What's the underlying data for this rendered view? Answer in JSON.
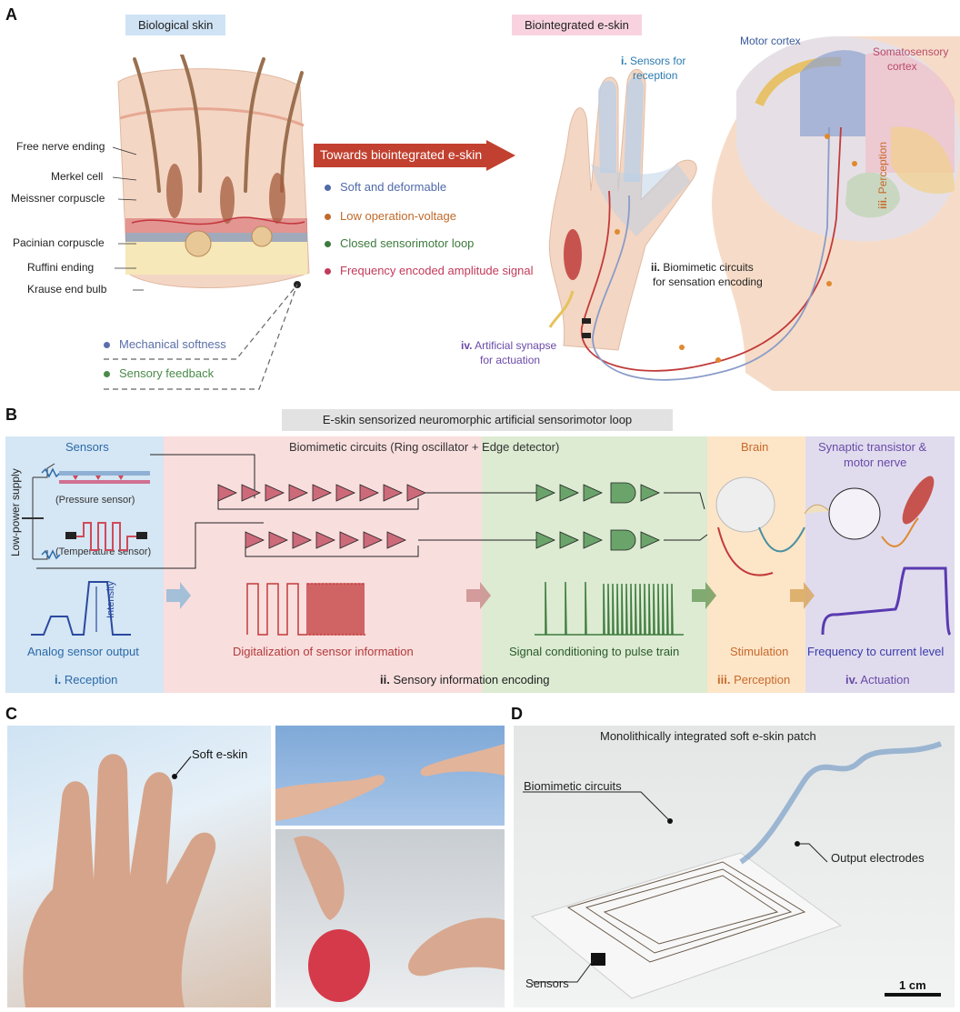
{
  "panelA": {
    "letter": "A",
    "bio_skin_title": "Biological skin",
    "eskin_title": "Biointegrated e-skin",
    "skin_labels": [
      "Free nerve ending",
      "Merkel cell",
      "Meissner corpuscle",
      "Pacinian corpuscle",
      "Ruffini ending",
      "Krause end bulb"
    ],
    "skin_features": [
      {
        "text": "Mechanical softness",
        "color": "#5b6fa8"
      },
      {
        "text": "Sensory feedback",
        "color": "#4a8a4a"
      }
    ],
    "arrow_label": "Towards biointegrated e-skin",
    "features": [
      {
        "text": "Soft and deformable",
        "color": "#4f6aa8"
      },
      {
        "text": "Low operation-voltage",
        "color": "#c06a2a"
      },
      {
        "text": "Closed sensorimotor loop",
        "color": "#3d7a3d"
      },
      {
        "text": "Frequency encoded amplitude signal",
        "color": "#c23a5a"
      }
    ],
    "sensors_num": "i.",
    "sensors_text1": "Sensors for",
    "sensors_text2": "reception",
    "circuits_num": "ii.",
    "circuits_text1": "Biomimetic circuits",
    "circuits_text2": "for sensation encoding",
    "synapse_num": "iv.",
    "synapse_text1": "Artificial synapse",
    "synapse_text2": "for actuation",
    "perception_num": "iii.",
    "perception_text": "Perception",
    "motor_cortex": "Motor cortex",
    "somato1": "Somatosensory",
    "somato2": "cortex"
  },
  "panelB": {
    "letter": "B",
    "title": "E-skin sensorized neuromorphic artificial sensorimotor loop",
    "sensors_title": "Sensors",
    "circuits_title": "Biomimetic circuits (Ring oscillator + Edge detector)",
    "brain_title": "Brain",
    "synaptic_title1": "Synaptic transistor &",
    "synaptic_title2": "motor nerve",
    "low_power": "Low-power supply",
    "pressure": "(Pressure sensor)",
    "temperature": "(Temperature sensor)",
    "intensity": "Intensity",
    "cap_analog": "Analog sensor output",
    "cap_digital": "Digitalization of sensor information",
    "cap_signal": "Signal conditioning to pulse train",
    "cap_stim": "Stimulation",
    "cap_freq": "Frequency to current level",
    "foot_i_num": "i.",
    "foot_i": "Reception",
    "foot_ii_num": "ii.",
    "foot_ii": "Sensory information encoding",
    "foot_iii_num": "iii.",
    "foot_iii": "Perception",
    "foot_iv_num": "iv.",
    "foot_iv": "Actuation",
    "colors": {
      "sensors": "#d5e6f4",
      "circuits": "#f9dede",
      "conditioning": "#dcebd2",
      "brain": "#fde5c8",
      "synaptic": "#e0dcee"
    }
  },
  "panelC": {
    "letter": "C",
    "soft_eskin": "Soft e-skin"
  },
  "panelD": {
    "letter": "D",
    "title": "Monolithically integrated soft e-skin patch",
    "biomimetic": "Biomimetic circuits",
    "output": "Output electrodes",
    "sensors": "Sensors",
    "scale": "1 cm"
  }
}
